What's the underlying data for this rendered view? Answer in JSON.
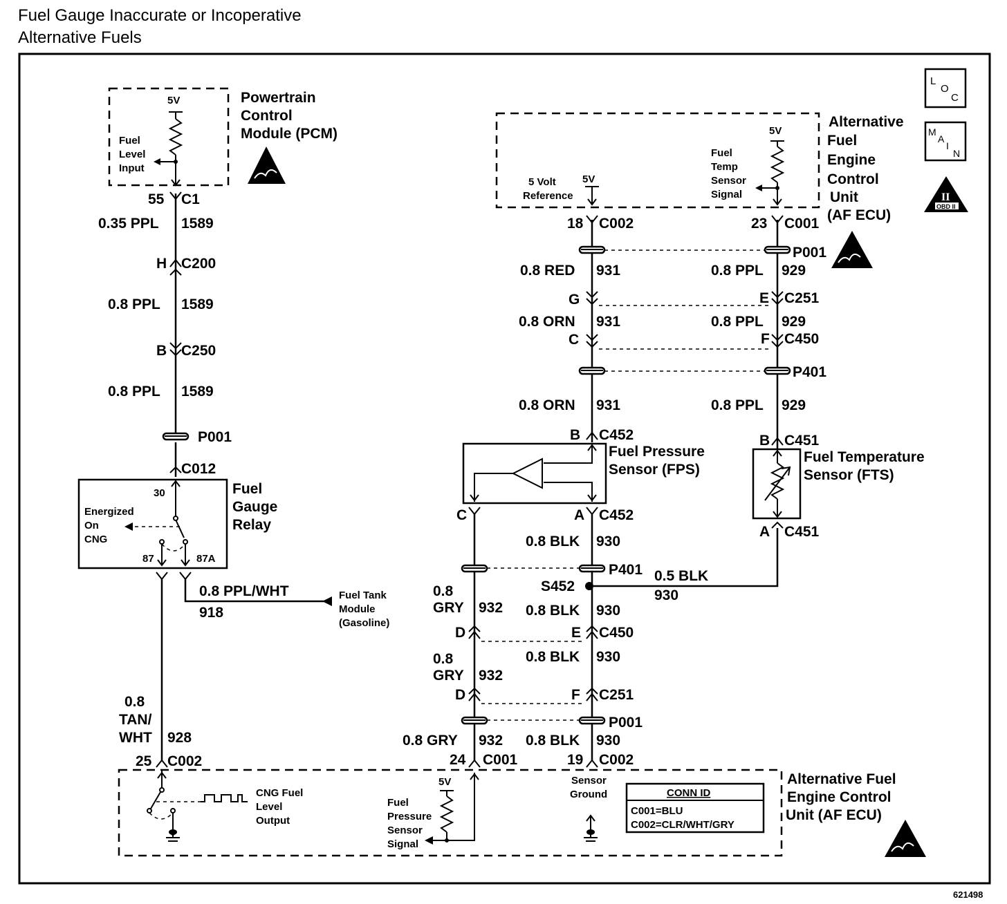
{
  "title": {
    "line1": "Fuel Gauge Inaccurate or Incoperative",
    "line2": "Alternative Fuels"
  },
  "figure_number": "621498",
  "badges": {
    "loc": [
      "L",
      "O",
      "C"
    ],
    "main": [
      "M",
      "A",
      "I",
      "N"
    ],
    "obd": "OBD II",
    "obd_mark": "II"
  },
  "pcm": {
    "name_lines": [
      "Powertrain",
      "Control",
      "Module (PCM)"
    ],
    "voltage": "5V",
    "input_lines": [
      "Fuel",
      "Level",
      "Input"
    ]
  },
  "af_ecu_top": {
    "name_lines": [
      "Alternative",
      "Fuel",
      "Engine",
      "Control",
      "Unit",
      "(AF ECU)"
    ],
    "ref_lines": [
      "5 Volt",
      "Reference"
    ],
    "ref_voltage": "5V",
    "temp_voltage": "5V",
    "temp_lines": [
      "Fuel",
      "Temp",
      "Sensor",
      "Signal"
    ]
  },
  "af_ecu_bottom": {
    "name_lines": [
      "Alternative Fuel",
      "Engine Control",
      "Unit (AF ECU)"
    ],
    "cng_lines": [
      "CNG Fuel",
      "Level",
      "Output"
    ],
    "fps_voltage": "5V",
    "fps_lines": [
      "Fuel",
      "Pressure",
      "Sensor",
      "Signal"
    ],
    "ground_lines": [
      "Sensor",
      "Ground"
    ],
    "conn_id": {
      "header": "CONN ID",
      "c001": "C001=BLU",
      "c002": "C002=CLR/WHT/GRY"
    }
  },
  "relay": {
    "name_lines": [
      "Fuel",
      "Gauge",
      "Relay"
    ],
    "energized_lines": [
      "Energized",
      "On",
      "CNG"
    ],
    "pin30": "30",
    "pin87": "87",
    "pin87a": "87A"
  },
  "fuel_tank": {
    "lines": [
      "Fuel Tank",
      "Module",
      "(Gasoline)"
    ]
  },
  "fps": {
    "name_lines": [
      "Fuel Pressure",
      "Sensor (FPS)"
    ]
  },
  "fts": {
    "name_lines": [
      "Fuel Temperature",
      "Sensor (FTS)"
    ]
  },
  "left_column": {
    "c1_pin": "55",
    "c1": "C1",
    "w1_gauge": "0.35 PPL",
    "w1_circuit": "1589",
    "c200_pin": "H",
    "c200": "C200",
    "w2_gauge": "0.8 PPL",
    "w2_circuit": "1589",
    "c250_pin": "B",
    "c250": "C250",
    "w3_gauge": "0.8 PPL",
    "w3_circuit": "1589",
    "p001": "P001",
    "c012": "C012",
    "tank_gauge": "0.8 PPL/WHT",
    "tank_circuit": "918",
    "w4_gauge_lines": [
      "0.8",
      "TAN/",
      "WHT"
    ],
    "w4_circuit": "928",
    "c002_pin": "25",
    "c002": "C002"
  },
  "middle_column": {
    "c002_pin": "18",
    "c002": "C002",
    "w1_gauge": "0.8 RED",
    "w1_circuit": "931",
    "c251_pin": "G",
    "w2_gauge": "0.8 ORN",
    "w2_circuit": "931",
    "c450_pin": "C",
    "w3_gauge": "0.8 ORN",
    "w3_circuit": "931",
    "c452_top_pin": "B",
    "c452_top": "C452",
    "fps_c_pin": "C",
    "fps_a_pin": "A",
    "c452_bottom": "C452",
    "w4_gauge": "0.8 BLK",
    "w4_circuit": "930",
    "p401": "P401",
    "s452": "S452",
    "w5_gauge": "0.8 BLK",
    "w5_circuit": "930",
    "c450_e_pin": "E",
    "c450": "C450",
    "w6_gauge": "0.8 BLK",
    "w6_circuit": "930",
    "c251_f_pin": "F",
    "c251": "C251",
    "p001": "P001",
    "w7_gauge": "0.8 BLK",
    "w7_circuit": "930",
    "c002b_pin": "19",
    "c002b": "C002",
    "gry1_gauge_lines": [
      "0.8",
      "GRY"
    ],
    "gry1_circuit": "932",
    "c450_d_pin": "D",
    "gry2_gauge_lines": [
      "0.8",
      "GRY"
    ],
    "gry2_circuit": "932",
    "c251_d_pin": "D",
    "gry3_gauge": "0.8 GRY",
    "gry3_circuit": "932",
    "c001_pin": "24",
    "c001": "C001"
  },
  "right_column": {
    "c001_pin": "23",
    "c001": "C001",
    "p001": "P001",
    "w1_gauge": "0.8 PPL",
    "w1_circuit": "929",
    "c251_pin": "E",
    "c251": "C251",
    "w2_gauge": "0.8 PPL",
    "w2_circuit": "929",
    "c450_pin": "F",
    "c450": "C450",
    "p401": "P401",
    "w3_gauge": "0.8 PPL",
    "w3_circuit": "929",
    "c451_top_pin": "B",
    "c451_top": "C451",
    "c451_bottom_pin": "A",
    "c451_bottom": "C451",
    "blk_gauge": "0.5 BLK",
    "blk_circuit": "930"
  }
}
